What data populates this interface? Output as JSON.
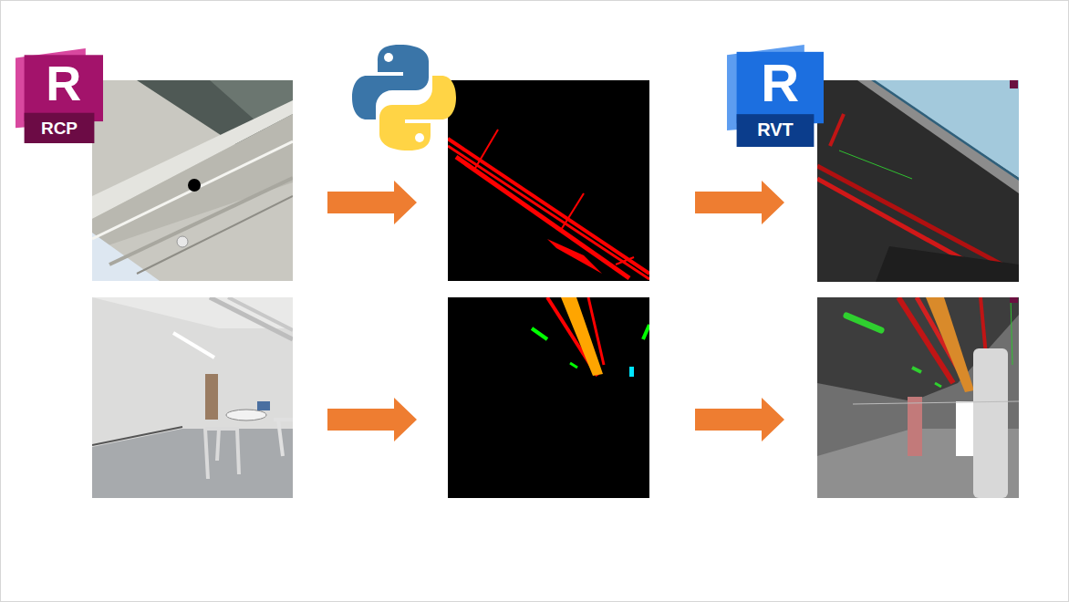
{
  "diagram": {
    "nodes": [
      {
        "text": [
          "R",
          "RCP"
        ]
      },
      {
        "text": [
          "R",
          "RVT"
        ]
      }
    ]
  }
}
